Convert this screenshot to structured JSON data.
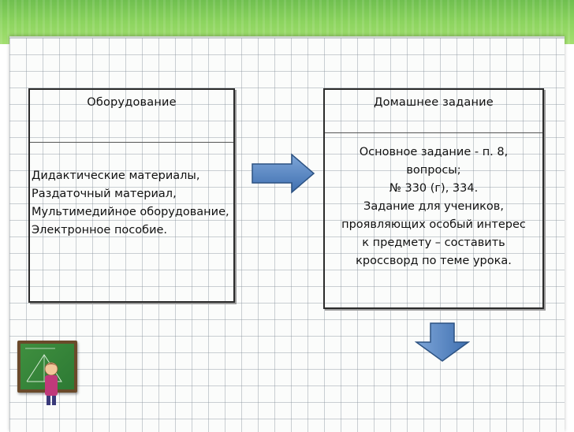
{
  "equipment": {
    "title": "Оборудование",
    "items": [
      "Дидактические материалы,",
      "Раздаточный материал,",
      "Мультимедийное оборудование,",
      "Электронное пособие."
    ]
  },
  "homework": {
    "title": "Домашнее задание",
    "lines": [
      "Основное задание -  п. 8,",
      "вопросы;",
      "№ 330 (г), 334.",
      "Задание для учеников,",
      "проявляющих особый интерес",
      "к предмету – составить",
      "кроссворд по теме урока."
    ]
  },
  "colors": {
    "arrow_fill": "#4f81bd",
    "arrow_stroke": "#2c5282",
    "grass": "#8cd45f"
  },
  "icons": {
    "right_arrow": "right-arrow-icon",
    "down_arrow": "down-arrow-icon",
    "chalkboard": "chalkboard-icon"
  }
}
